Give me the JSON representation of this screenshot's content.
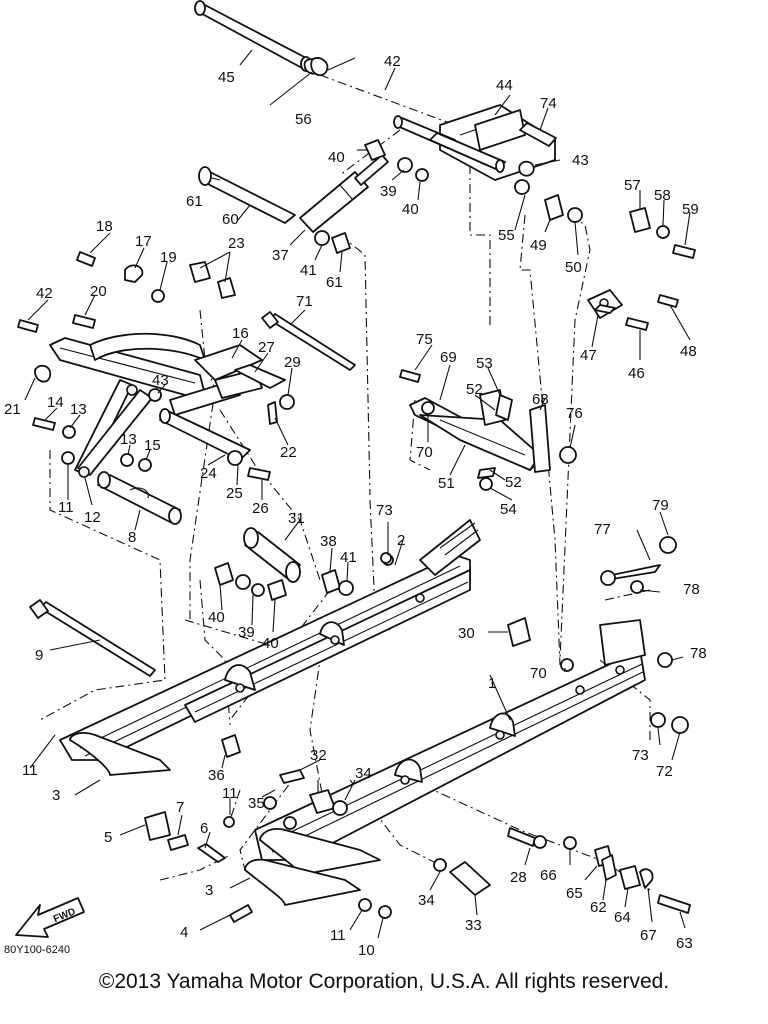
{
  "diagram": {
    "part_numbers": [
      "1",
      "2",
      "3",
      "3",
      "4",
      "5",
      "6",
      "7",
      "8",
      "9",
      "10",
      "11",
      "11",
      "11",
      "11",
      "12",
      "13",
      "13",
      "14",
      "15",
      "16",
      "17",
      "18",
      "19",
      "20",
      "21",
      "22",
      "23",
      "24",
      "25",
      "26",
      "27",
      "28",
      "29",
      "30",
      "31",
      "32",
      "33",
      "34",
      "34",
      "35",
      "36",
      "37",
      "38",
      "39",
      "39",
      "40",
      "40",
      "40",
      "40",
      "41",
      "41",
      "42",
      "42",
      "43",
      "43",
      "44",
      "45",
      "46",
      "47",
      "48",
      "49",
      "50",
      "51",
      "52",
      "52",
      "53",
      "54",
      "55",
      "56",
      "57",
      "58",
      "59",
      "60",
      "61",
      "61",
      "62",
      "63",
      "64",
      "65",
      "66",
      "67",
      "68",
      "69",
      "70",
      "70",
      "71",
      "72",
      "73",
      "73",
      "74",
      "75",
      "76",
      "77",
      "78",
      "78",
      "79"
    ],
    "fwd_label": "FWD",
    "diagram_code": "80Y100-6240"
  },
  "footer": {
    "copyright": "©2013 Yamaha Motor Corporation, U.S.A. All rights reserved."
  }
}
